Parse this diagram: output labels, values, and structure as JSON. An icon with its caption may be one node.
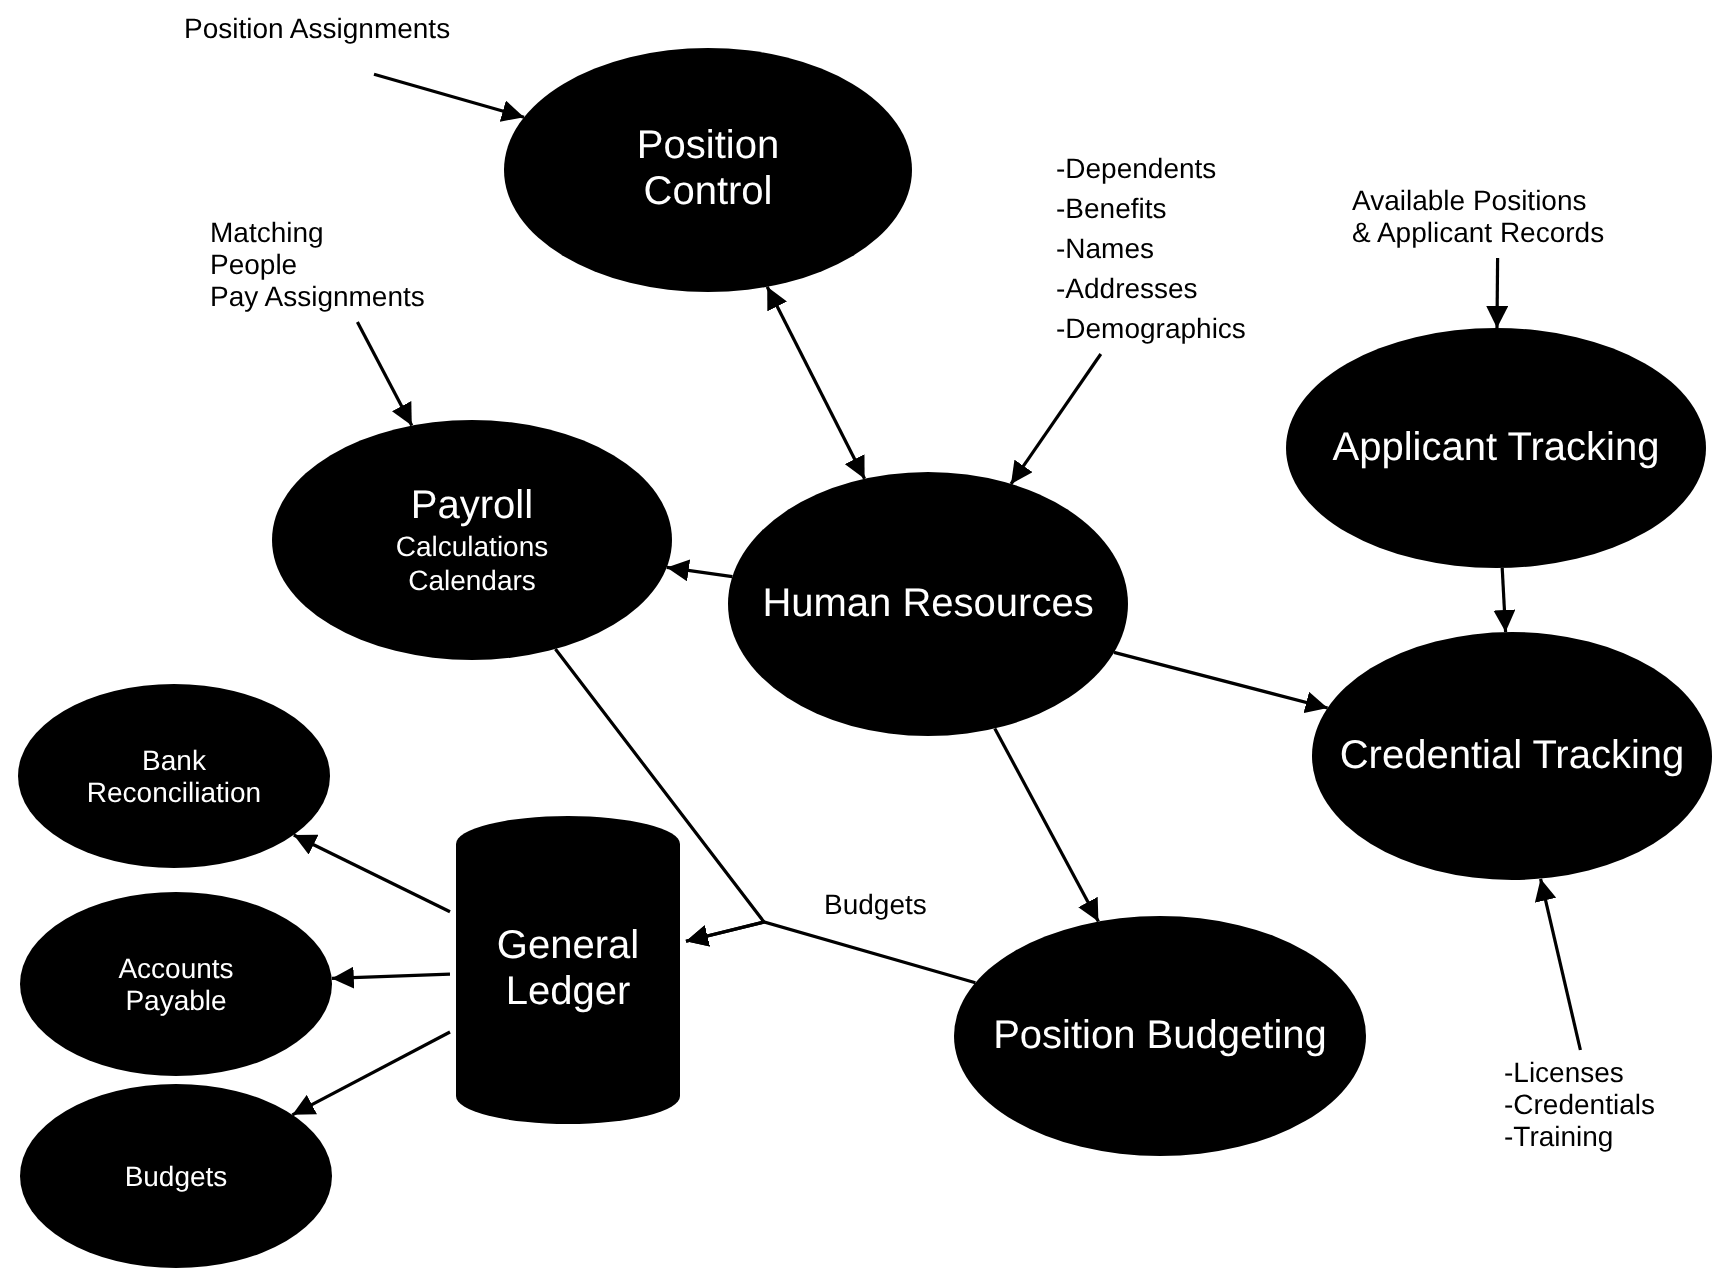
{
  "diagram": {
    "nodes": [
      {
        "text": [
          "Position Assignments"
        ]
      },
      {
        "text": [
          "Position Control"
        ]
      },
      {
        "text": [
          "Matching People",
          "Pay Assignments"
        ]
      },
      {
        "text": [
          "Payroll",
          "Calculations Calendars"
        ]
      },
      {
        "text": [
          "-Dependents",
          "-Benefits",
          "-Names",
          "-Addresses",
          "-Demographics"
        ]
      },
      {
        "text": [
          "Human Resources"
        ]
      },
      {
        "text": [
          "Available Positions",
          "& Applicant Records"
        ]
      },
      {
        "text": [
          "Applicant Tracking"
        ]
      },
      {
        "text": [
          "Credential Tracking"
        ]
      },
      {
        "text": [
          "Bank Reconciliation"
        ]
      },
      {
        "text": [
          "Accounts Payable"
        ]
      },
      {
        "text": [
          "General Ledger"
        ]
      },
      {
        "text": [
          "Position Budgeting"
        ]
      },
      {
        "text": [
          "Budgets"
        ]
      },
      {
        "text": [
          "-Licenses",
          "-Credentials",
          "-Training"
        ]
      }
    ],
    "edges": [
      {
        "from": 0,
        "to": 1,
        "arrow": "to"
      },
      {
        "from": 2,
        "to": 3,
        "arrow": "to"
      },
      {
        "from": 1,
        "to": 5,
        "arrow": "both"
      },
      {
        "from": 4,
        "to": 5,
        "arrow": "to"
      },
      {
        "from": 5,
        "to": 3,
        "arrow": "to"
      },
      {
        "from": 6,
        "to": 7,
        "arrow": "to"
      },
      {
        "from": 7,
        "to": 8,
        "arrow": "to"
      },
      {
        "from": 5,
        "to": 8,
        "arrow": "to"
      },
      {
        "from": 5,
        "to": 12,
        "arrow": "to"
      },
      {
        "from": 14,
        "to": 8,
        "arrow": "to"
      },
      {
        "from": 3,
        "to": 11,
        "arrow": "to"
      },
      {
        "from": 12,
        "to": 11,
        "arrow": "to",
        "label": "Budgets"
      },
      {
        "from": 11,
        "to": 9,
        "arrow": "to"
      },
      {
        "from": 11,
        "to": 10,
        "arrow": "to"
      },
      {
        "from": 11,
        "to": 13,
        "arrow": "to"
      }
    ]
  }
}
